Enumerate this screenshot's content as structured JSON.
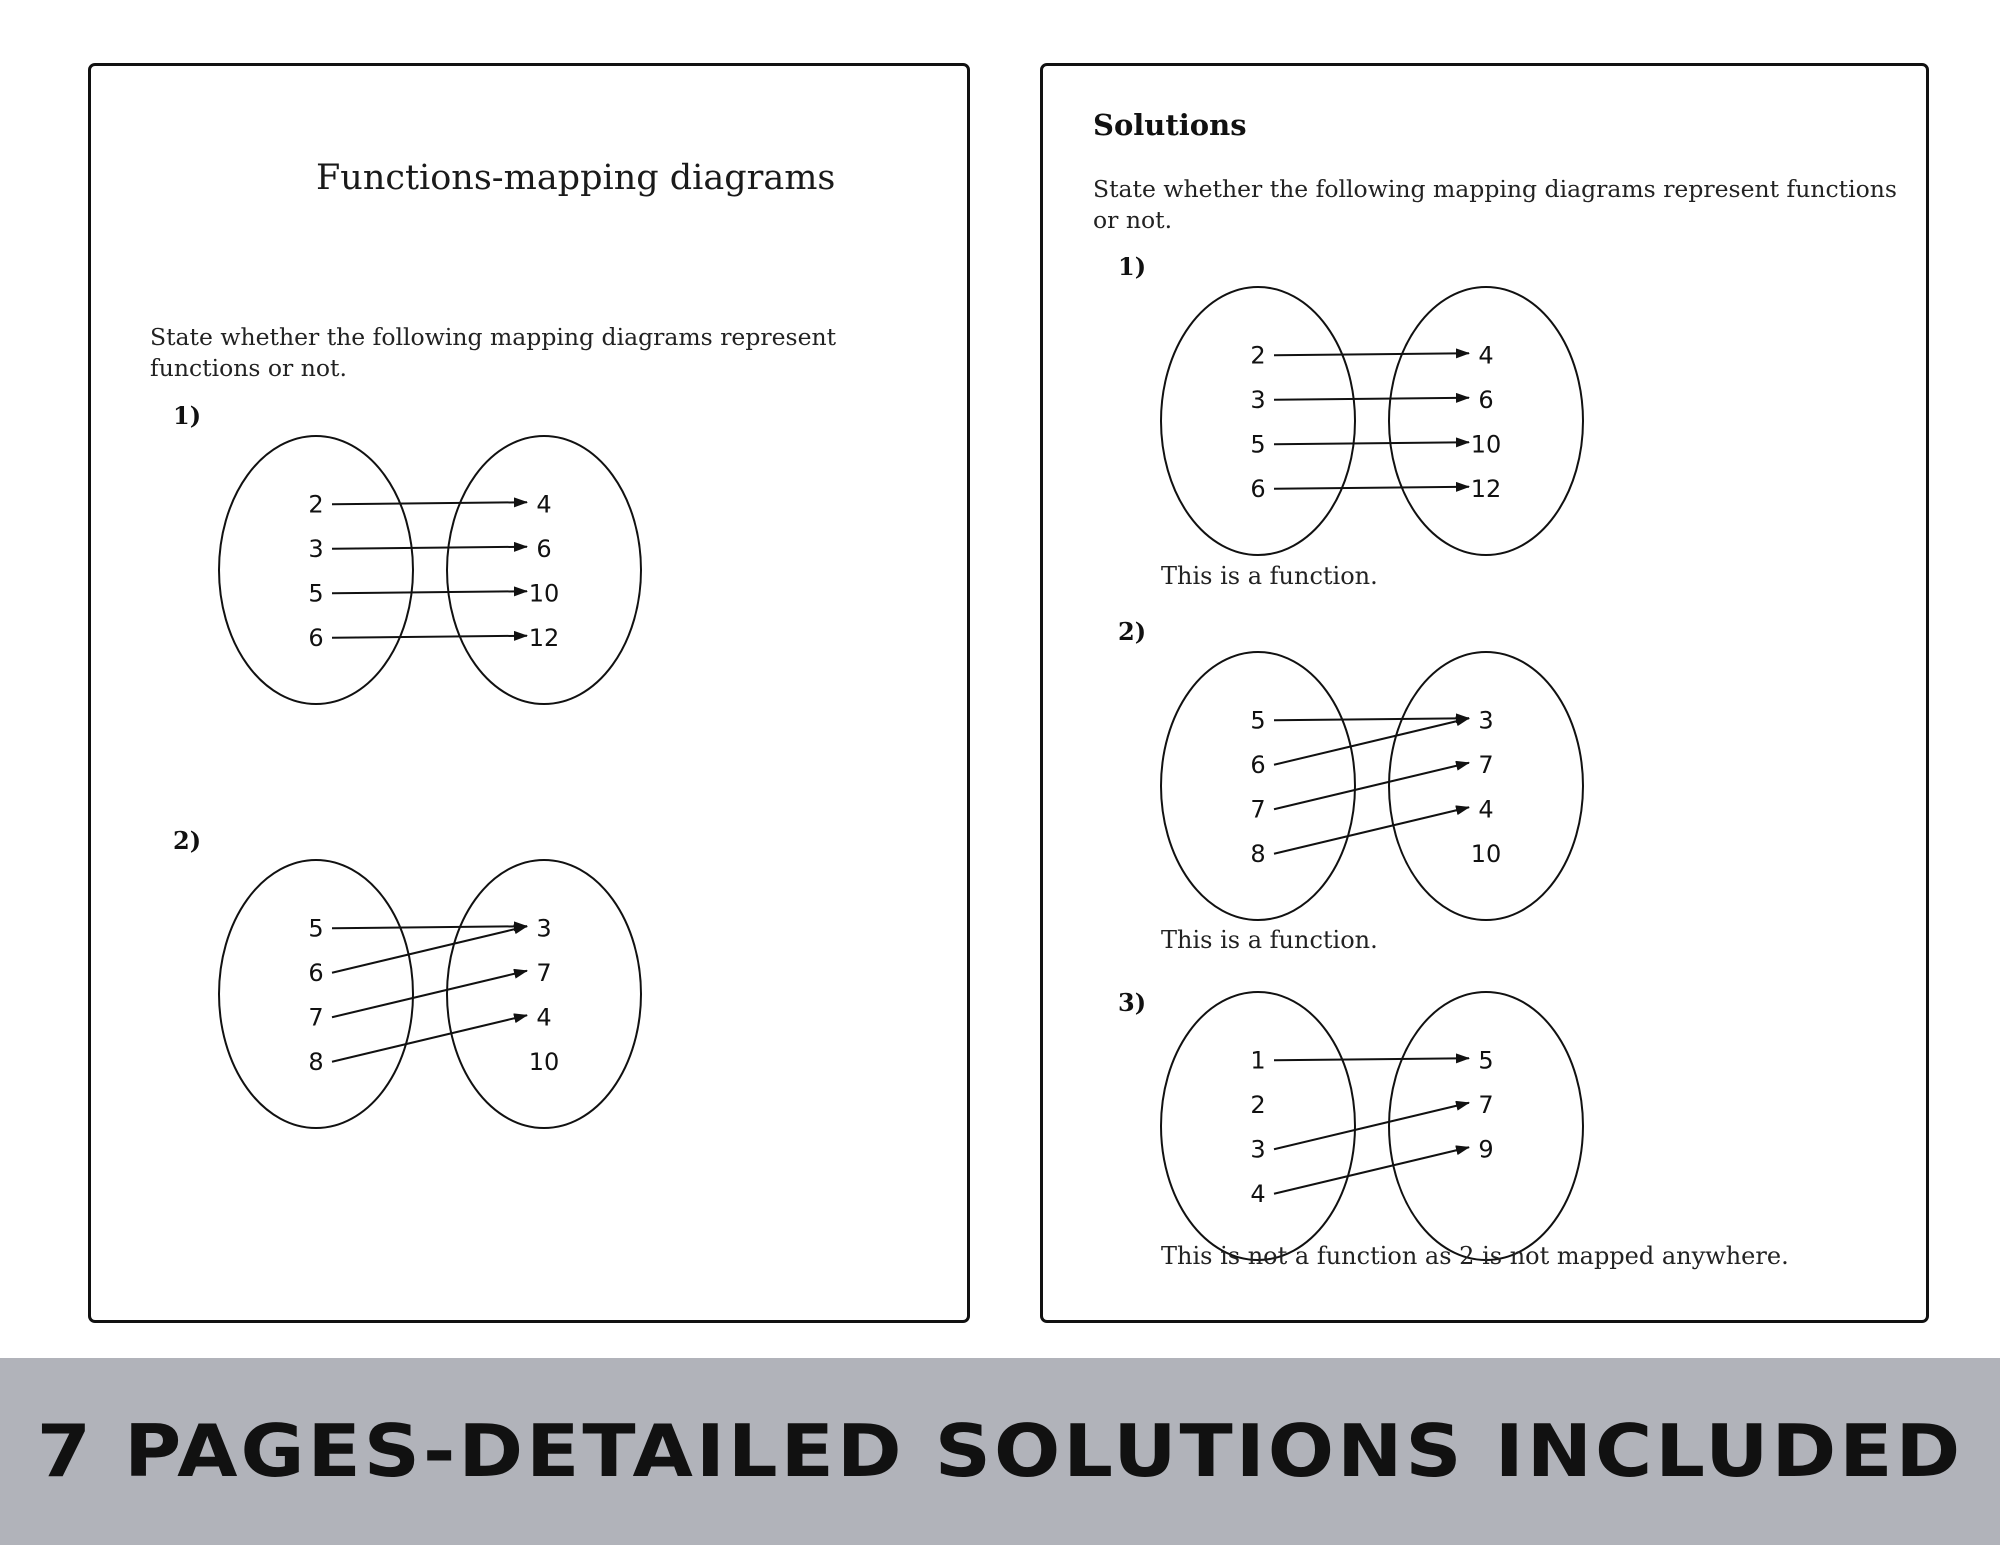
{
  "left_page": {
    "title": "Functions-mapping diagrams",
    "instruction": "State whether the following mapping diagrams represent functions or not.",
    "questions": [
      {
        "number": "1)",
        "domain": [
          "2",
          "3",
          "5",
          "6"
        ],
        "range": [
          "4",
          "6",
          "10",
          "12"
        ],
        "arrows": [
          [
            0,
            0
          ],
          [
            1,
            1
          ],
          [
            2,
            2
          ],
          [
            3,
            3
          ]
        ]
      },
      {
        "number": "2)",
        "domain": [
          "5",
          "6",
          "7",
          "8"
        ],
        "range": [
          "3",
          "7",
          "4",
          "10"
        ],
        "arrows": [
          [
            0,
            0
          ],
          [
            1,
            0
          ],
          [
            2,
            1
          ],
          [
            3,
            2
          ]
        ]
      }
    ]
  },
  "right_page": {
    "heading": "Solutions",
    "instruction": "State whether the following mapping diagrams represent functions or not.",
    "questions": [
      {
        "number": "1)",
        "domain": [
          "2",
          "3",
          "5",
          "6"
        ],
        "range": [
          "4",
          "6",
          "10",
          "12"
        ],
        "arrows": [
          [
            0,
            0
          ],
          [
            1,
            1
          ],
          [
            2,
            2
          ],
          [
            3,
            3
          ]
        ],
        "answer": "This is a function."
      },
      {
        "number": "2)",
        "domain": [
          "5",
          "6",
          "7",
          "8"
        ],
        "range": [
          "3",
          "7",
          "4",
          "10"
        ],
        "arrows": [
          [
            0,
            0
          ],
          [
            1,
            0
          ],
          [
            2,
            1
          ],
          [
            3,
            2
          ]
        ],
        "answer": "This is a function."
      },
      {
        "number": "3)",
        "domain": [
          "1",
          "2",
          "3",
          "4"
        ],
        "range": [
          "5",
          "7",
          "9"
        ],
        "arrows": [
          [
            0,
            0
          ],
          [
            2,
            1
          ],
          [
            3,
            2
          ]
        ],
        "answer": "This is not a function as 2 is not mapped anywhere."
      }
    ]
  },
  "banner": {
    "text": "7 PAGES-DETAILED SOLUTIONS INCLUDED",
    "background": "#b1b3ba"
  }
}
